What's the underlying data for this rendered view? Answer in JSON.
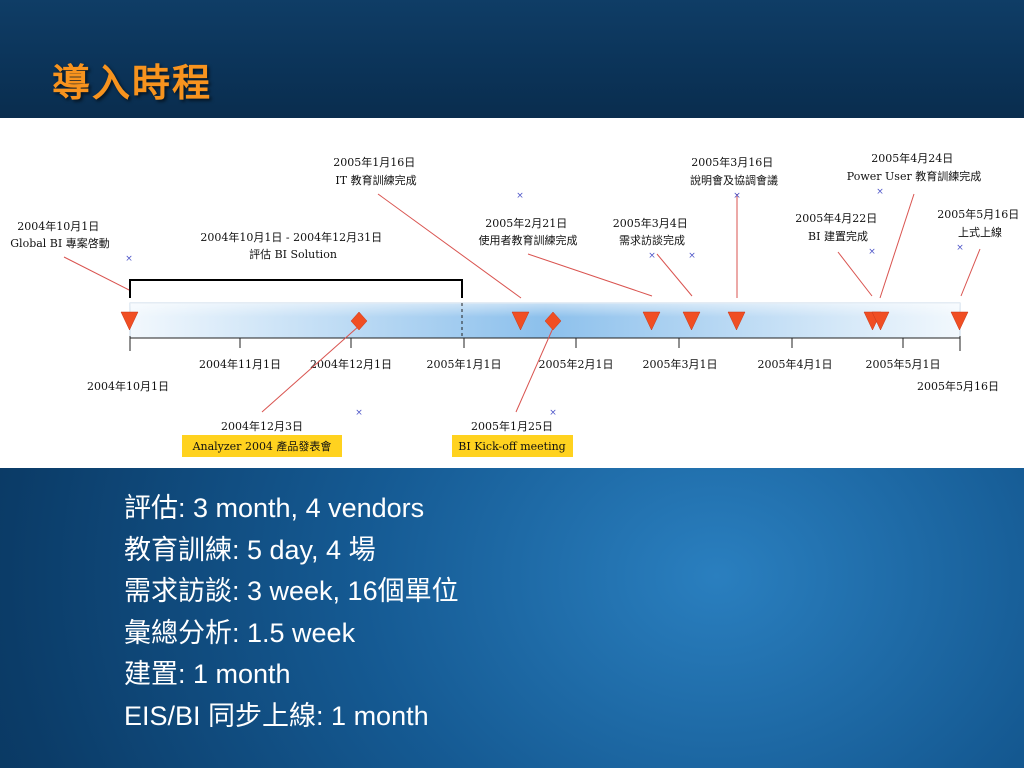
{
  "title": "導入時程",
  "timeline": {
    "bracket_label": [
      "2004年10月1日 - 2004年12月31日",
      "評估 BI Solution"
    ],
    "axis_labels": [
      "2004年11月1日",
      "2004年12月1日",
      "2005年1月1日",
      "2005年2月1日",
      "2005年3月1日",
      "2005年4月1日",
      "2005年5月1日"
    ],
    "start_label": "2004年10月1日",
    "end_label": "2005年5月16日",
    "events_above": [
      {
        "lines": [
          "2004年10月1日",
          "Global BI 專案啓動"
        ]
      },
      {
        "lines": [
          "2005年1月16日",
          "IT 教育訓練完成"
        ]
      },
      {
        "lines": [
          "2005年2月21日",
          "使用者教育訓練完成"
        ]
      },
      {
        "lines": [
          "2005年3月4日",
          "需求訪談完成"
        ]
      },
      {
        "lines": [
          "2005年3月16日",
          "說明會及協調會議"
        ]
      },
      {
        "lines": [
          "2005年4月22日",
          "BI 建置完成"
        ]
      },
      {
        "lines": [
          "2005年4月24日",
          "Power User 教育訓練完成"
        ]
      },
      {
        "lines": [
          "2005年5月16日",
          "上式上線"
        ]
      }
    ],
    "events_below": [
      {
        "date": "2004年12月3日",
        "label": "Analyzer 2004 產品發表會"
      },
      {
        "date": "2005年1月25日",
        "label": "BI Kick-off meeting"
      }
    ],
    "colors": {
      "marker": "#f04e23",
      "leader": "#d9534f",
      "highlight": "#ffd21f",
      "bar_mid": "#8cc0ec"
    }
  },
  "summary": [
    {
      "label": "評估",
      "value": ": 3 month, 4 vendors"
    },
    {
      "label": "教育訓練",
      "value": ": 5 day, 4 場"
    },
    {
      "label": "需求訪談",
      "value": ": 3 week, 16個單位"
    },
    {
      "label": "彙總分析",
      "value": ": 1.5 week"
    },
    {
      "label": "建置",
      "value": ": 1 month"
    },
    {
      "label": "EIS/BI 同步上線",
      "value": ": 1 month"
    }
  ]
}
